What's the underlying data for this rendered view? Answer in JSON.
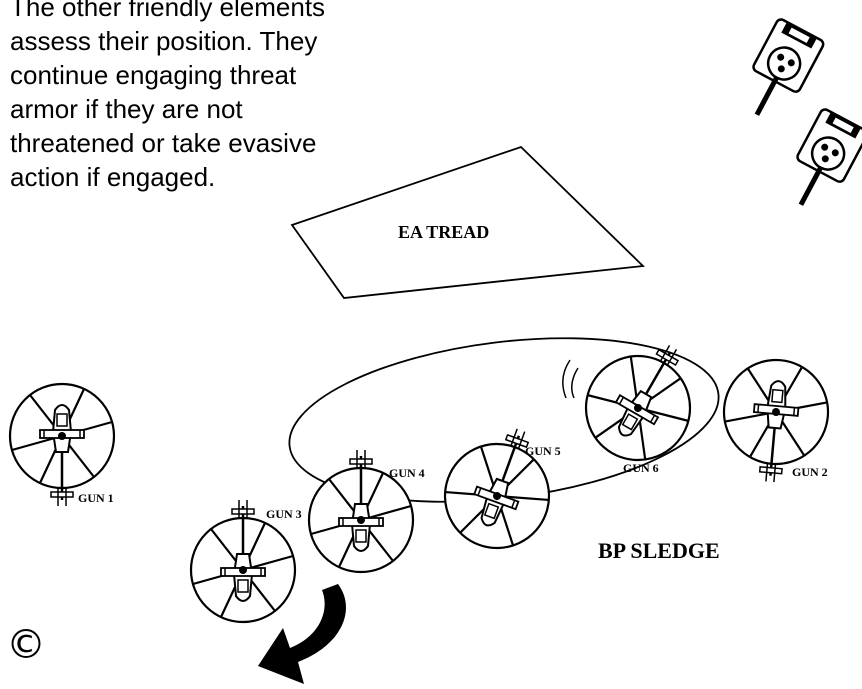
{
  "caption": {
    "lines": [
      "The other friendly elements",
      "assess their position.  They",
      "continue engaging threat",
      "armor if they are not",
      "threatened or take evasive",
      "action if engaged."
    ]
  },
  "engagement_area": {
    "label": "EA  TREAD"
  },
  "battle_position": {
    "label": "BP SLEDGE"
  },
  "guns": [
    {
      "label": "GUN 1"
    },
    {
      "label": "GUN 2"
    },
    {
      "label": "GUN 3"
    },
    {
      "label": "GUN 4"
    },
    {
      "label": "GUN 5"
    },
    {
      "label": "GUN 6"
    }
  ],
  "copyright_symbol": "©",
  "colors": {
    "ink": "#000000",
    "paper": "#ffffff"
  },
  "icons": [
    "helicopter-icon",
    "tank-icon",
    "evasive-arrow-icon",
    "rotor-disk-icon"
  ]
}
